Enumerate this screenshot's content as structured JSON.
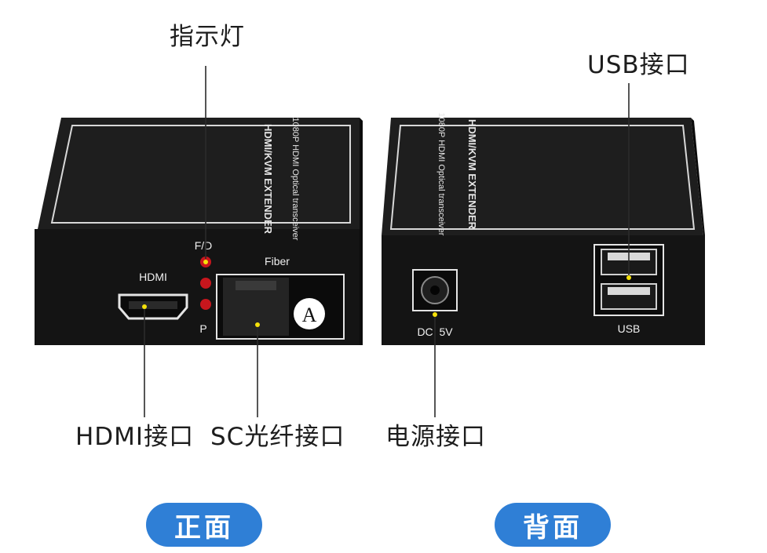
{
  "callouts": {
    "indicator": "指示灯",
    "usb_port": "USB接口",
    "hdmi_port": "HDMI接口",
    "sc_fiber_port": "SC光纤接口",
    "power_port": "电源接口"
  },
  "views": {
    "front": "正面",
    "back": "背面"
  },
  "front_device": {
    "top_label_line1": "HDMI/KVM EXTENDER",
    "top_label_line2": "1080P HDMI Optical transceiver",
    "led_top_label": "F/D",
    "led_bottom_label": "P",
    "hdmi_label": "HDMI",
    "fiber_label": "Fiber",
    "fiber_badge": "A"
  },
  "back_device": {
    "top_label_line1": "HDMI/KVM EXTENDER",
    "top_label_line2": "1080P HDMI Optical transceiver",
    "dc_label": "DC  5V",
    "usb_label": "USB"
  },
  "colors": {
    "device_body": "#151515",
    "device_top": "#1e1e1e",
    "led_red": "#c8161d",
    "marker_yellow": "#f5e10a",
    "pill_blue": "#2f7fd6"
  }
}
